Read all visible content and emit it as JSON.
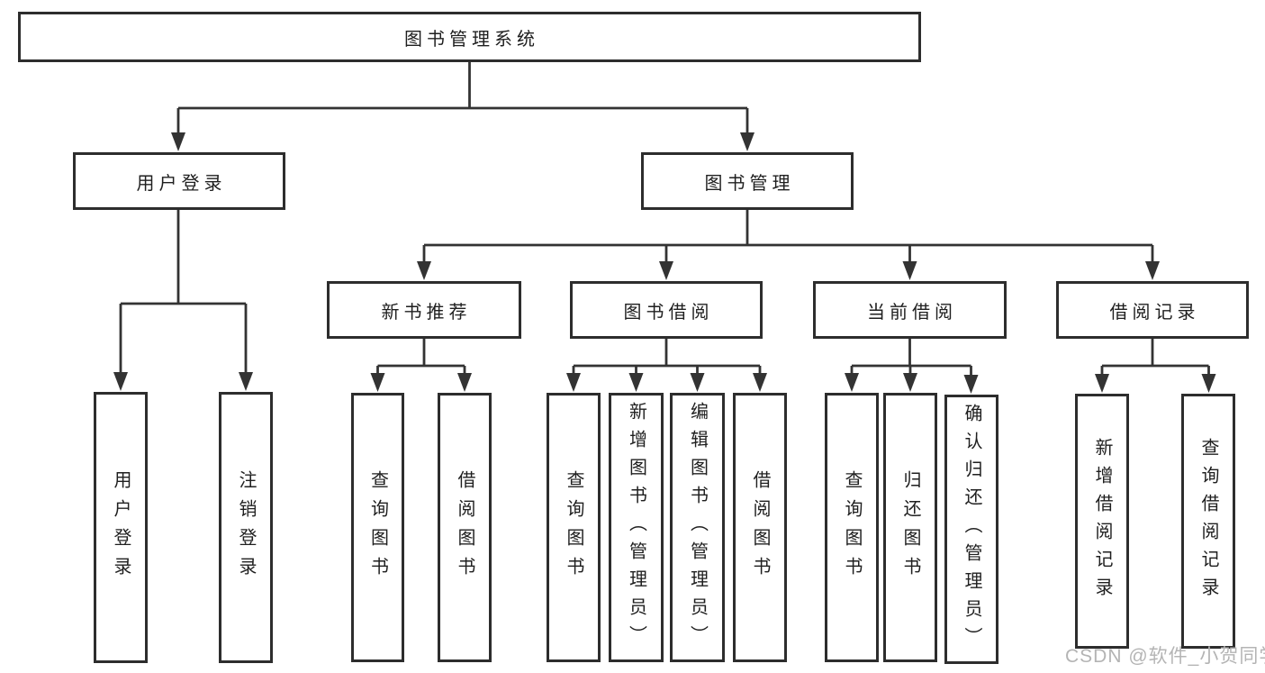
{
  "colors": {
    "background": "#ffffff",
    "line": "#333333",
    "box_border": "#2d2d2d",
    "box_fill": "#ffffff",
    "text": "#1f1f1f",
    "watermark": "#b4b4b4"
  },
  "watermark": {
    "text": "CSDN @软件_小贺同学"
  },
  "tree": {
    "label": "图书管理系统",
    "children": [
      {
        "label": "用户登录",
        "children": [
          {
            "label": "用户登录"
          },
          {
            "label": "注销登录"
          }
        ]
      },
      {
        "label": "图书管理",
        "children": [
          {
            "label": "新书推荐",
            "children": [
              {
                "label": "查询图书"
              },
              {
                "label": "借阅图书"
              }
            ]
          },
          {
            "label": "图书借阅",
            "children": [
              {
                "label": "查询图书"
              },
              {
                "label": "新增图书（管理员）"
              },
              {
                "label": "编辑图书（管理员）"
              },
              {
                "label": "借阅图书"
              }
            ]
          },
          {
            "label": "当前借阅",
            "children": [
              {
                "label": "查询图书"
              },
              {
                "label": "归还图书"
              },
              {
                "label": "确认归还（管理员）"
              }
            ]
          },
          {
            "label": "借阅记录",
            "children": [
              {
                "label": "新增借阅记录"
              },
              {
                "label": "查询借阅记录"
              }
            ]
          }
        ]
      }
    ]
  }
}
